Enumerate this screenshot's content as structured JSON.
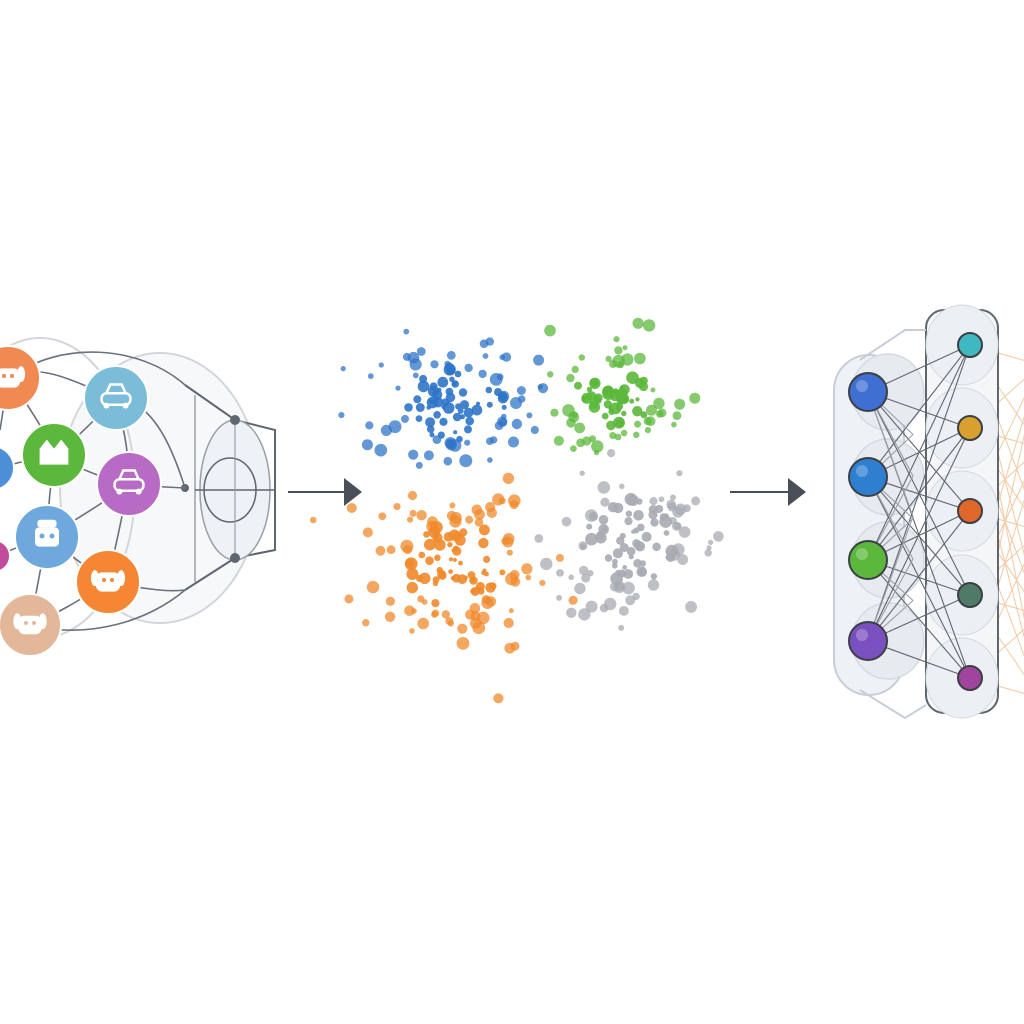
{
  "colors": {
    "background": "#ffffff",
    "line": "#5f6670",
    "line_light": "#c9ced6",
    "panel_fill": "#eef1f5",
    "orange": "#f08a2c",
    "blue": "#2f74c8",
    "green": "#5cb83c",
    "gray": "#a8abb3",
    "peach_edge": "#f47e2e",
    "purple": "#7a3fa8",
    "magenta": "#b13f9e"
  },
  "input_icons": [
    {
      "name": "dog-icon",
      "color": "#f08a52"
    },
    {
      "name": "car-icon",
      "color": "#7bbcd8"
    },
    {
      "name": "cat-icon",
      "color": "#5cb83c"
    },
    {
      "name": "car-icon",
      "color": "#b86bc4"
    },
    {
      "name": "robot-icon",
      "color": "#6fa8dc"
    },
    {
      "name": "dog-icon",
      "color": "#f58634"
    },
    {
      "name": "dog-icon",
      "color": "#e3b89a"
    },
    {
      "name": "blob-icon",
      "color": "#4c8fd6"
    },
    {
      "name": "blob-icon",
      "color": "#c04c9b"
    }
  ],
  "clusters": [
    {
      "name": "blue-cluster",
      "color": "#2f74c8",
      "count": 110
    },
    {
      "name": "green-cluster",
      "color": "#5cb83c",
      "count": 90
    },
    {
      "name": "orange-cluster",
      "color": "#f08a2c",
      "count": 130
    },
    {
      "name": "gray-cluster",
      "color": "#a8abb3",
      "count": 110
    }
  ],
  "network": {
    "input_nodes": [
      "#3f6fd0",
      "#2f7fd0",
      "#5cb83c",
      "#7a4fc0"
    ],
    "hidden_nodes": [
      "#3fb8c0",
      "#d9a030",
      "#e0662a",
      "#4f7a66",
      "#a0459e"
    ]
  }
}
